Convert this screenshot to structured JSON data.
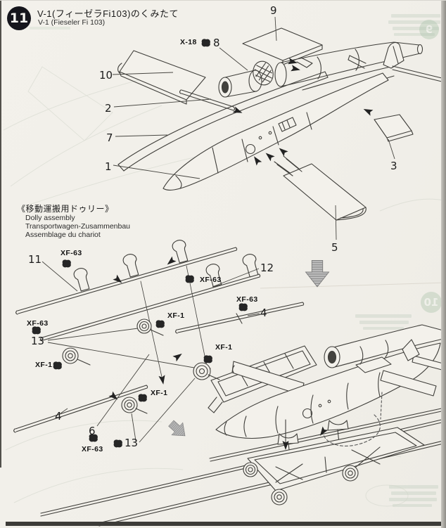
{
  "header": {
    "step_number": "11",
    "title_ja": "V-1(フィーゼラFi103)のくみたて",
    "title_en": "V-1 (Fieseler Fi 103)"
  },
  "dolly_section": {
    "title_ja": "《移動運搬用ドゥリー》",
    "line_en": "Dolly assembly",
    "line_de": "Transportwagen-Zusammenbau",
    "line_fr": "Assemblage du chariot"
  },
  "part_numbers": {
    "p1": "1",
    "p2": "2",
    "p3": "3",
    "p4": "4",
    "p5": "5",
    "p6": "6",
    "p7": "7",
    "p8": "8",
    "p9": "9",
    "p10": "10",
    "p11": "11",
    "p12": "12",
    "p13": "13"
  },
  "paint_codes": {
    "x18": "X-18",
    "xf63": "XF-63",
    "xf1": "XF-1"
  },
  "ghost_page_numbers": {
    "top_right": "9",
    "middle_right": "10"
  },
  "colors": {
    "paper": "#f2f0ea",
    "ink": "#3f3e3a",
    "badge": "#15151c",
    "ghost_green": "#a9c2a9",
    "gray_arrow": "#9b9b9b"
  }
}
